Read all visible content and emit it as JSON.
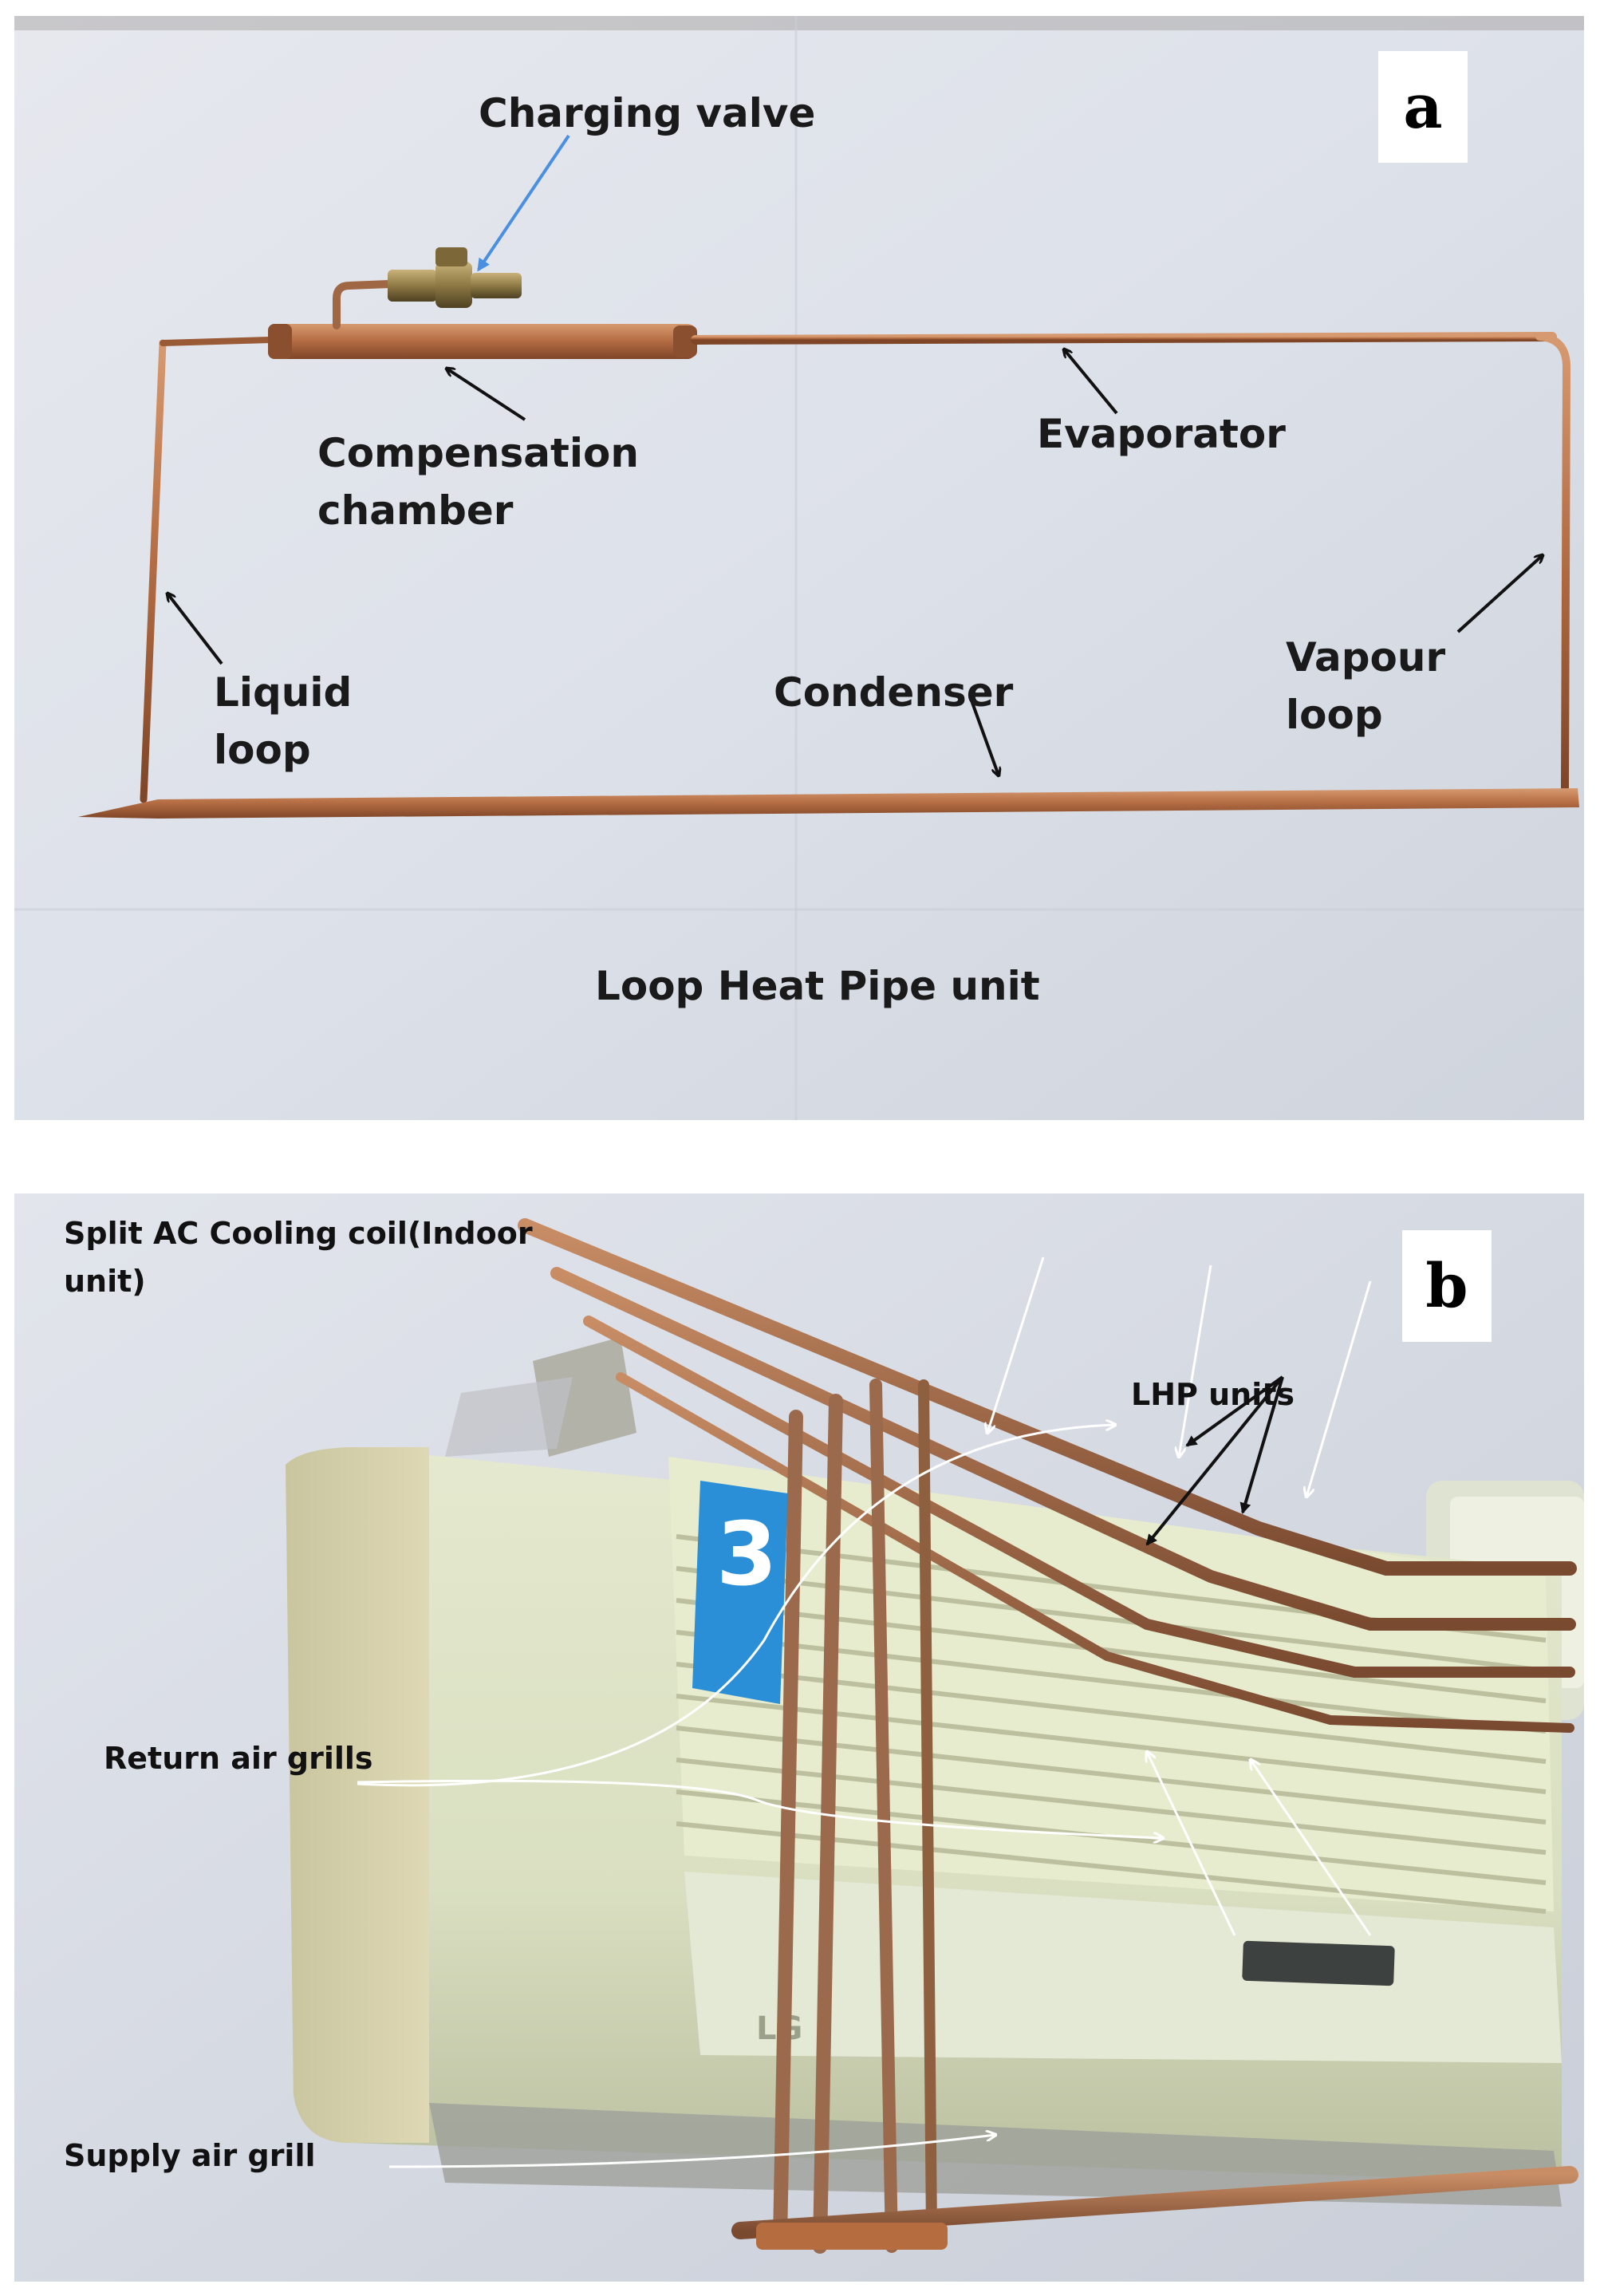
{
  "panel_a": {
    "badge": "a",
    "labels": {
      "charging_valve": "Charging valve",
      "compensation_chamber": "Compensation\nchamber",
      "evaporator": "Evaporator",
      "liquid_loop": "Liquid\nloop",
      "vapour_loop": "Vapour\nloop",
      "condenser": "Condenser",
      "caption": "Loop Heat Pipe unit"
    }
  },
  "panel_b": {
    "badge": "b",
    "labels": {
      "split_ac": "Split AC Cooling coil(Indoor\nunit)",
      "lhp_units": "LHP units",
      "return_air_grills": "Return air grills",
      "supply_air_grill": "Supply air grill",
      "unit_number": "3",
      "brand": "LG"
    }
  },
  "colors": {
    "copper": "#b0693f",
    "board": "#dfe3ea",
    "ac_body": "#dfe5c8",
    "wall": "#d9dde6",
    "arrow_black": "#111111",
    "arrow_blue": "#4a8fe0",
    "arrow_white": "#ffffff"
  }
}
